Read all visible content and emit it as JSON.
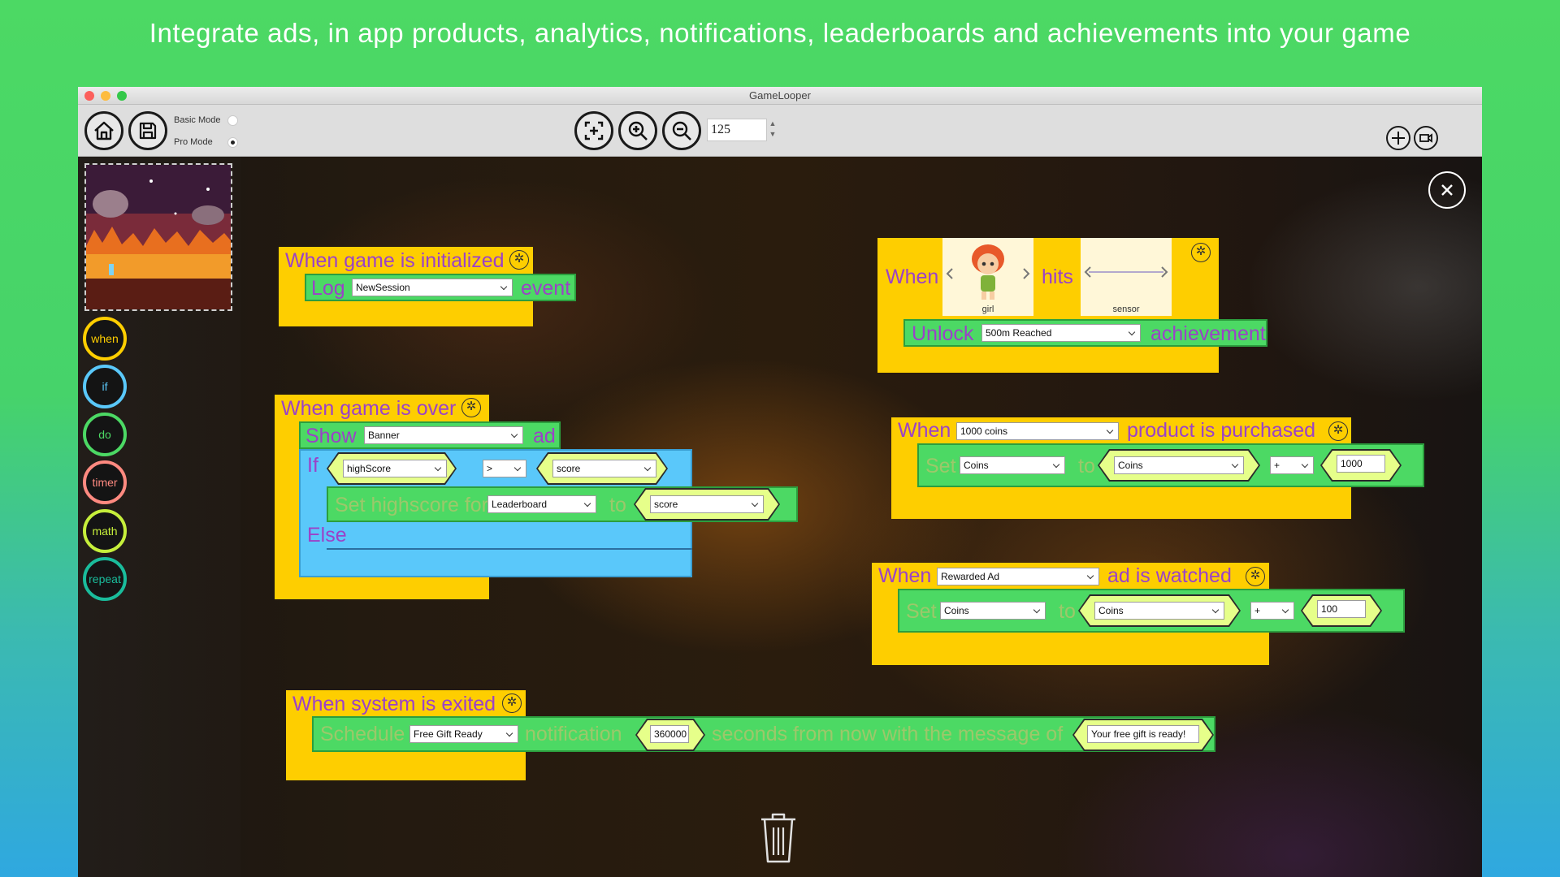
{
  "headline": "Integrate ads, in app products, analytics, notifications, leaderboards and achievements into your game",
  "window": {
    "title": "GameLooper"
  },
  "toolbar": {
    "basic_mode": "Basic Mode",
    "pro_mode": "Pro Mode",
    "selected_mode": "Pro Mode",
    "zoom_value": "125"
  },
  "palette": [
    {
      "label": "when",
      "color": "#fece00"
    },
    {
      "label": "if",
      "color": "#5ac8fa"
    },
    {
      "label": "do",
      "color": "#4cd964"
    },
    {
      "label": "timer",
      "color": "#ff8a80"
    },
    {
      "label": "math",
      "color": "#c6ef3b"
    },
    {
      "label": "repeat",
      "color": "#1abc9c"
    }
  ],
  "blocks": {
    "init": {
      "header": "When game is initialized",
      "log_kw": "Log",
      "log_value": "NewSession",
      "log_suffix": "event"
    },
    "over": {
      "header": "When game is over",
      "show_kw": "Show",
      "show_value": "Banner",
      "show_suffix": "ad",
      "if_kw": "If",
      "if_left": "highScore",
      "if_op": ">",
      "if_right": "score",
      "set_kw": "Set highscore for",
      "set_target": "Leaderboard",
      "set_to": "to",
      "set_value": "score",
      "else_kw": "Else"
    },
    "collision": {
      "when_kw": "When",
      "hits_kw": "hits",
      "sprite_a": "girl",
      "sprite_b": "sensor",
      "unlock_kw": "Unlock",
      "unlock_value": "500m Reached",
      "unlock_suffix": "achievement"
    },
    "purchase": {
      "when_kw": "When",
      "product": "1000 coins",
      "suffix": "product is purchased",
      "set_kw": "Set",
      "set_var": "Coins",
      "to_kw": "to",
      "expr_var": "Coins",
      "expr_op": "+",
      "expr_num": "1000"
    },
    "rewarded": {
      "when_kw": "When",
      "ad": "Rewarded Ad",
      "suffix": "ad is watched",
      "set_kw": "Set",
      "set_var": "Coins",
      "to_kw": "to",
      "expr_var": "Coins",
      "expr_op": "+",
      "expr_num": "100"
    },
    "exit": {
      "header": "When system is exited",
      "schedule_kw": "Schedule",
      "notification_value": "Free Gift Ready",
      "notification_kw": "notification",
      "seconds": "360000",
      "seconds_suffix": "seconds from now with the message of",
      "message": "Your free gift is ready!"
    }
  },
  "colors": {
    "event_block": "#fece00",
    "action_block": "#4cd964",
    "condition_block": "#5ac8fa",
    "keyword_text": "#9b42c8"
  }
}
